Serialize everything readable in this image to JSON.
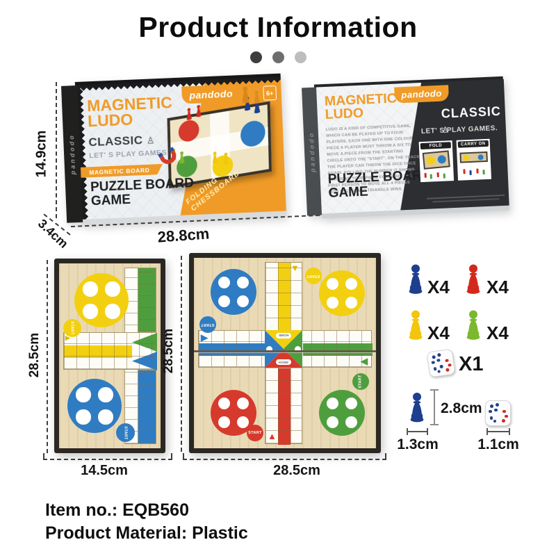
{
  "header": {
    "title": "Product Information",
    "dot_colors": [
      "#3d3d3d",
      "#6e6e6e",
      "#bdbdbd"
    ]
  },
  "brand": "pandodo",
  "labels": {
    "start": "START",
    "home": "HOME"
  },
  "box_front": {
    "title_line1": "MAGNETIC",
    "title_line2": "LUDO",
    "subtitle": "CLASSIC",
    "tagline": "LET' S PLAY GAMES.",
    "ribbon": "MAGNETIC BOARD",
    "product_line1": "PUZZLE BOARD",
    "product_line2": "GAME",
    "age_badge": "6+",
    "corner_note_line1": "FOLDING",
    "corner_note_line2": "CHESSBOARD"
  },
  "box_back": {
    "title_line1": "MAGNETIC",
    "title_line2": "LUDO",
    "subtitle": "CLASSIC",
    "tagline": "LET' S PLAY GAMES.",
    "product_line1": "PUZZLE BOARD",
    "product_line2": "GAME",
    "fold_badge": "FOLD",
    "carry_badge": "CARRY ON",
    "instructions": "LUDO IS A KIND OF COMPETITIVE GAME, WHICH CAN BE PLAYED UP TO FOUR PLAYERS. EACH ONE WITH ONE COLOUR PIECE A PLAYER MUST THROW A SIX TO MOVE A PIECE FROM THE STARTING CIRCLE ONTO THE \"START\". ON THE TRACK THE PLAYER CAN THROW THE DICE ONCE AGAIN. ROLLING THE NUMBER IT SHOWS, YOU MOVE YOUR PIECE FORWARD. THE FIRST PERSON TO MOVE ALL 4 PIECES INTO THE \"HOME\" TRIANGLE WINS."
  },
  "dimensions": {
    "box_height": "14.9cm",
    "box_depth": "3.4cm",
    "box_width": "28.8cm",
    "folded_board_height": "28.5cm",
    "folded_board_width": "14.5cm",
    "open_board_height": "28.5cm",
    "open_board_width": "28.5cm",
    "pawn_height": "2.8cm",
    "pawn_width": "1.3cm",
    "dice_width": "1.1cm"
  },
  "pieces": {
    "pawns": [
      {
        "name": "blue",
        "color": "#1e3e8e",
        "qty": "X4"
      },
      {
        "name": "red",
        "color": "#d3291d",
        "qty": "X4"
      },
      {
        "name": "yellow",
        "color": "#f2c50e",
        "qty": "X4"
      },
      {
        "name": "green",
        "color": "#7cb82f",
        "qty": "X4"
      }
    ],
    "dice_qty": "X1"
  },
  "board_colors": {
    "blue": "#2f7cc3",
    "yellow": "#f2d011",
    "red": "#d53a2c",
    "green": "#4f9e3e",
    "orange": "#f09b27",
    "wood": "#e9dab5"
  },
  "footer": {
    "item_no": "Item no.: EQB560",
    "material": "Product Material: Plastic"
  }
}
